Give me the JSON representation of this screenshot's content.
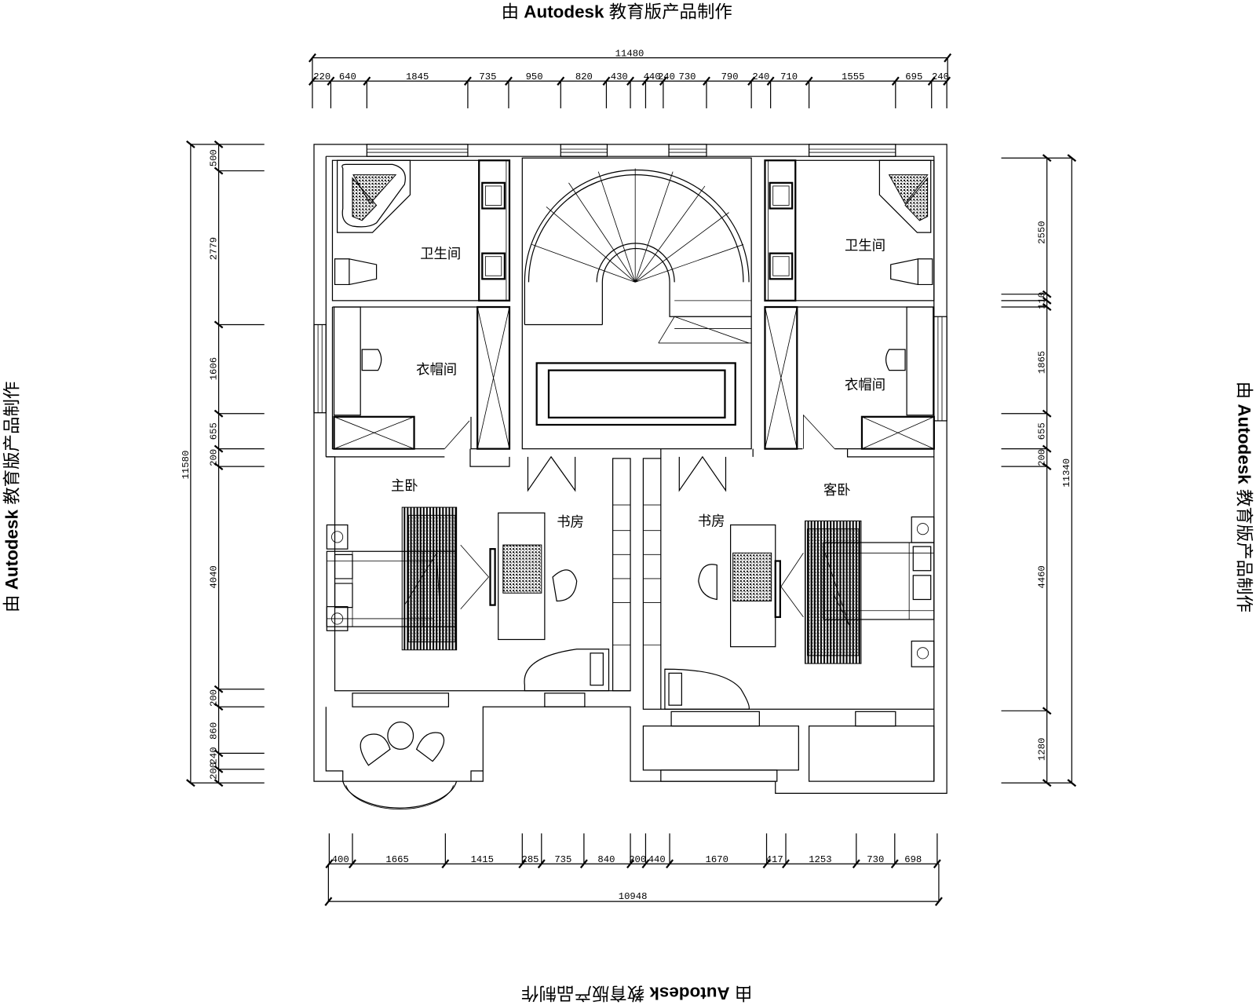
{
  "watermark": {
    "prefix": "由",
    "brand": "Autodesk",
    "suffix": "教育版产品制作"
  },
  "dimensions": {
    "top": {
      "total": "11480",
      "segments": [
        "220",
        "640",
        "1845",
        "735",
        "950",
        "820",
        "430",
        "440",
        "240",
        "730",
        "790",
        "240",
        "710",
        "1555",
        "695",
        "240"
      ]
    },
    "bottom": {
      "total": "10948",
      "segments": [
        "400",
        "1665",
        "1415",
        "285",
        "735",
        "840",
        "200",
        "440",
        "1670",
        "417",
        "1253",
        "730",
        "698"
      ]
    },
    "left": {
      "total": "11580",
      "segments": [
        "500",
        "2779",
        "1606",
        "655",
        "200",
        "4040",
        "200",
        "860",
        "240",
        "200"
      ]
    },
    "right": {
      "total": "11340",
      "segments": [
        "2550",
        "110",
        "1865",
        "655",
        "200",
        "4460",
        "1280"
      ]
    }
  },
  "rooms": {
    "bath_left": "卫生间",
    "bath_right": "卫生间",
    "closet_left": "衣帽间",
    "closet_right": "衣帽间",
    "master_bedroom": "主卧",
    "study_left": "书房",
    "study_right": "书房",
    "guest_bedroom": "客卧"
  }
}
